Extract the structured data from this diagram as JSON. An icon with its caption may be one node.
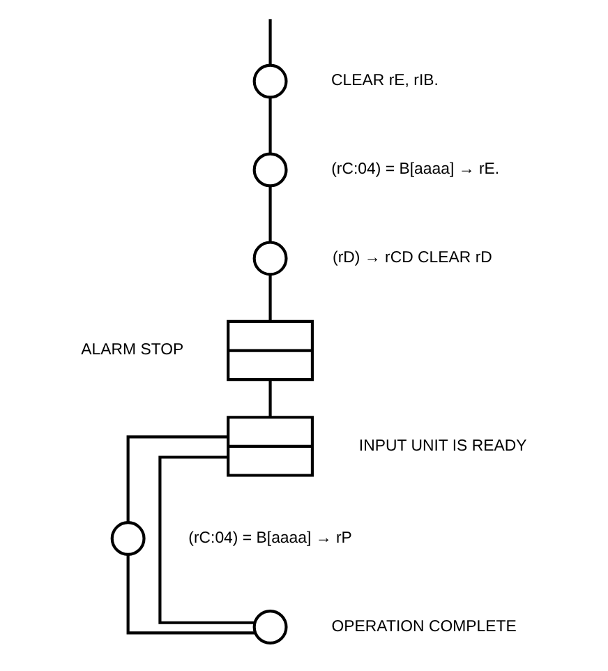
{
  "diagram": {
    "nodes": [
      {
        "text": [],
        "shape": "circle",
        "beside": [
          "CLEAR rE, rIB."
        ]
      },
      {
        "text": [],
        "shape": "circle",
        "beside": [
          "(rC:04) = B[aaaa] → rE."
        ]
      },
      {
        "text": [],
        "shape": "circle",
        "beside": [
          "(rD) → rCD CLEAR rD"
        ]
      },
      {
        "text": [],
        "shape": "box",
        "beside": [
          "ALARM STOP"
        ]
      },
      {
        "text": [],
        "shape": "box",
        "beside": [
          "INPUT UNIT IS READY"
        ]
      },
      {
        "text": [],
        "shape": "circle",
        "beside": [
          "(rC:04) = B[aaaa] → rP"
        ]
      },
      {
        "text": [],
        "shape": "circle",
        "beside": [
          "OPERATION COMPLETE"
        ]
      }
    ],
    "edges": [
      {
        "from": null,
        "to": 0,
        "arrow": "none"
      },
      {
        "from": 0,
        "to": 1,
        "arrow": "none"
      },
      {
        "from": 1,
        "to": 2,
        "arrow": "none"
      },
      {
        "from": 2,
        "to": 3,
        "arrow": "none"
      },
      {
        "from": 3,
        "to": 4,
        "arrow": "none"
      },
      {
        "from": 4,
        "to": 5,
        "arrow": "none"
      },
      {
        "from": 4,
        "to": 6,
        "arrow": "none"
      },
      {
        "from": 5,
        "to": 6,
        "arrow": "none"
      }
    ]
  }
}
